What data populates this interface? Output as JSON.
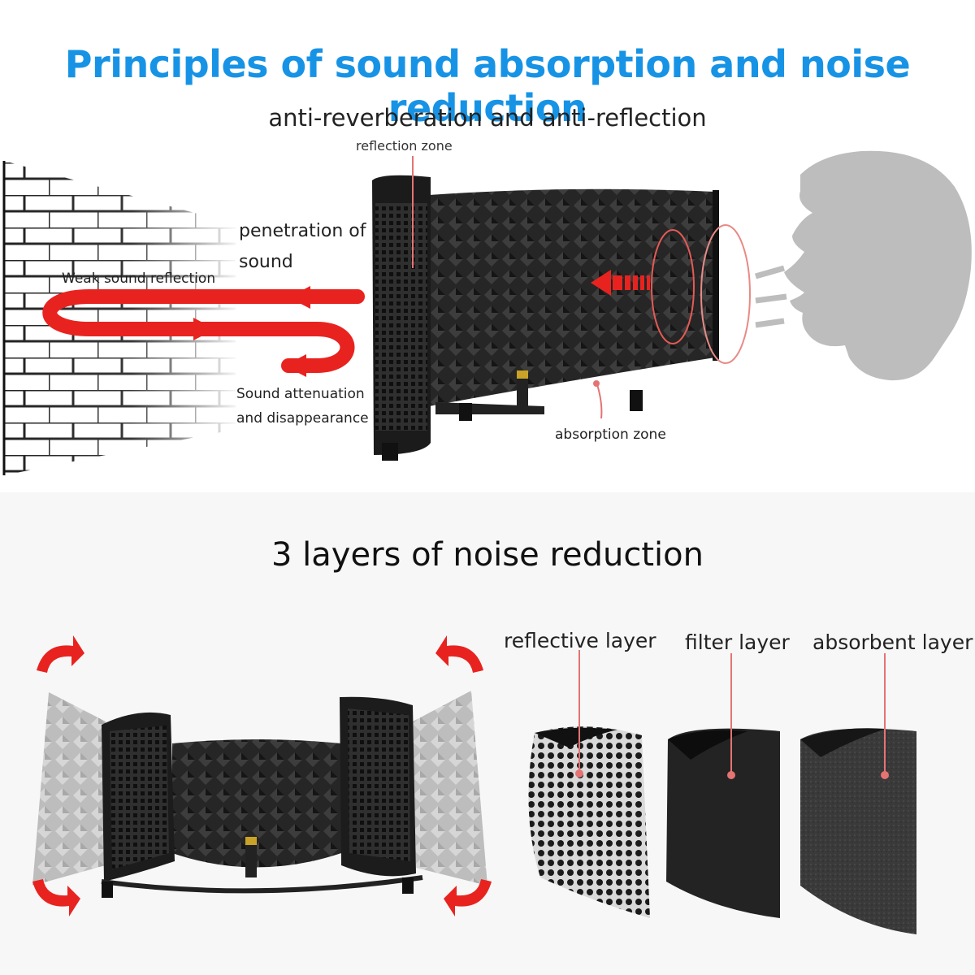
{
  "top": {
    "title": "Principles of sound absorption and noise reduction",
    "subtitle": "anti-reverberation and anti-reflection",
    "labels": {
      "reflection_zone": "reflection zone",
      "penetration_line1": "penetration of",
      "penetration_line2": "sound",
      "weak_reflection": "Weak sound reflection",
      "attenuation_line1": "Sound attenuation",
      "attenuation_line2": "and disappearance",
      "absorption_zone": "absorption zone"
    }
  },
  "bottom": {
    "title": "3 layers of noise reduction",
    "layers": [
      {
        "label": "reflective layer"
      },
      {
        "label": "filter layer"
      },
      {
        "label": "absorbent layer"
      }
    ]
  },
  "colors": {
    "title_blue": "#1793e6",
    "arrow_red": "#e8231f",
    "foam_dark": "#1e1e1e",
    "head_gray": "#bdbdbd"
  },
  "icons": [
    "wall-icon",
    "vocal-shield-icon",
    "head-silhouette-icon",
    "rotate-arrow-icon"
  ]
}
